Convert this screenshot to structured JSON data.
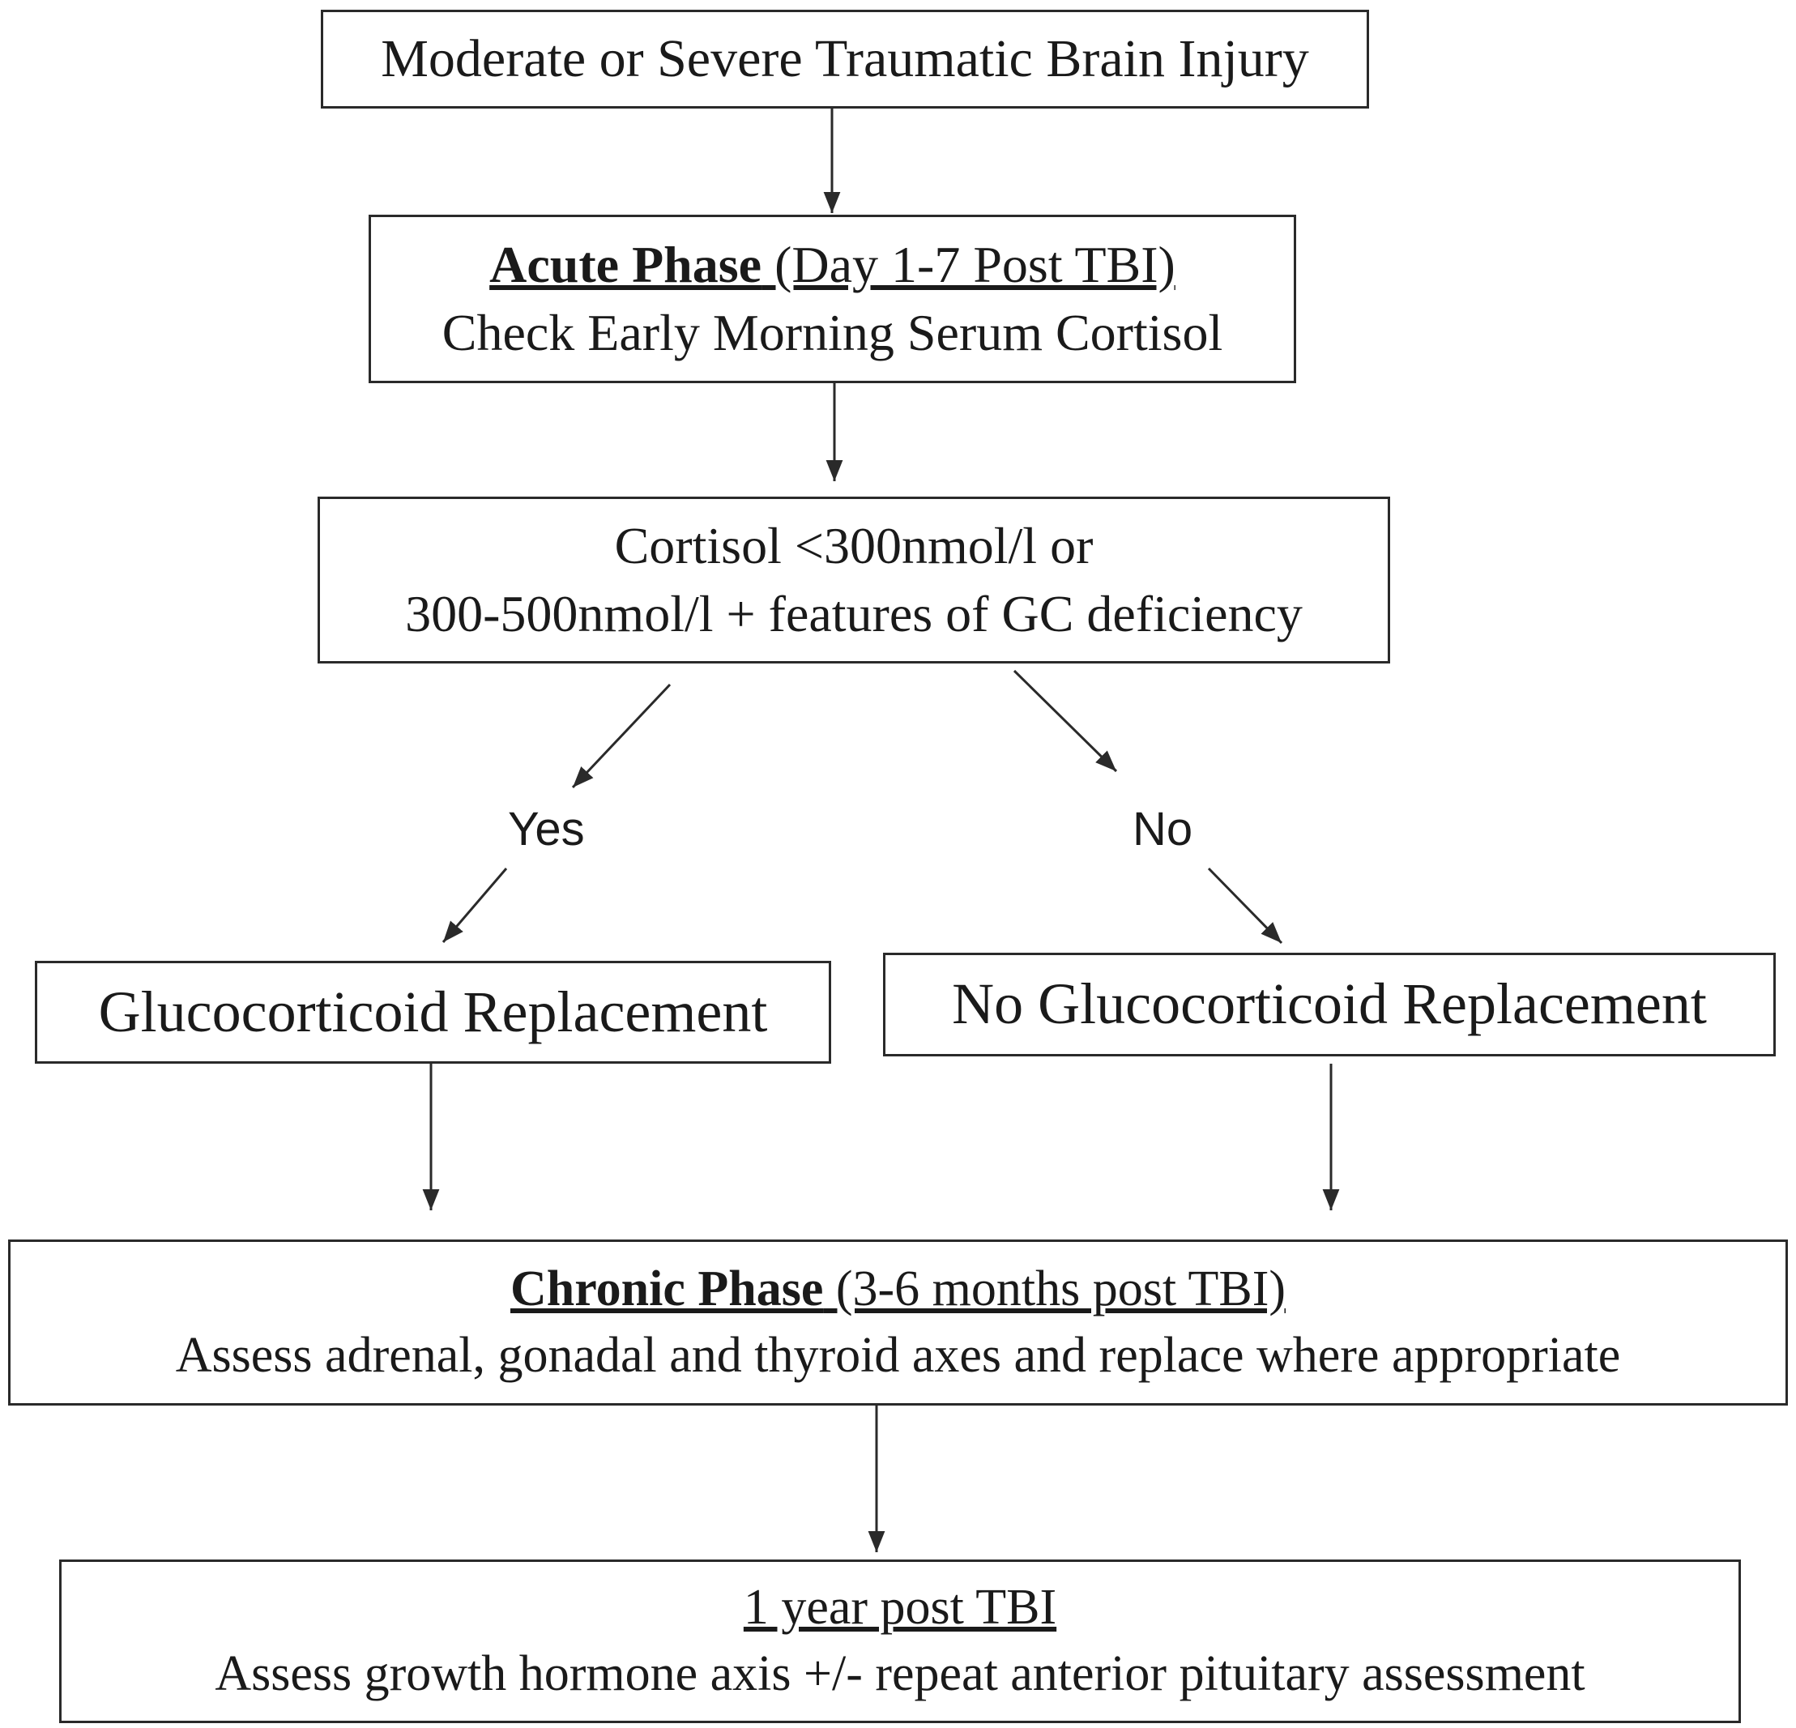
{
  "diagram": {
    "nodes": {
      "tbi": {
        "text": "Moderate or Severe Traumatic Brain Injury"
      },
      "acute": {
        "heading": "Acute Phase",
        "heading_suffix": " (Day 1-7 Post TBI)",
        "text": "Check Early Morning Serum Cortisol"
      },
      "cortisol": {
        "line1": "Cortisol <300nmol/l or",
        "line2": "300-500nmol/l + features of GC deficiency"
      },
      "gc": {
        "text": "Glucocorticoid Replacement"
      },
      "no_gc": {
        "text": "No Glucocorticoid Replacement"
      },
      "chronic": {
        "heading": "Chronic Phase",
        "heading_suffix": " (3-6 months post TBI)",
        "text": "Assess adrenal, gonadal and thyroid axes and replace where appropriate"
      },
      "year": {
        "heading": "1 year post TBI",
        "text": "Assess growth hormone axis +/- repeat anterior pituitary assessment"
      }
    },
    "branch_labels": {
      "yes": "Yes",
      "no": "No"
    },
    "edges": [
      {
        "from": "tbi",
        "to": "acute"
      },
      {
        "from": "acute",
        "to": "cortisol"
      },
      {
        "from": "cortisol",
        "to": "gc",
        "label": "Yes"
      },
      {
        "from": "cortisol",
        "to": "no_gc",
        "label": "No"
      },
      {
        "from": "gc",
        "to": "chronic"
      },
      {
        "from": "no_gc",
        "to": "chronic"
      },
      {
        "from": "chronic",
        "to": "year"
      }
    ],
    "colors": {
      "line": "#2a2a2a",
      "text": "#1a1a1a",
      "background": "#ffffff"
    }
  }
}
